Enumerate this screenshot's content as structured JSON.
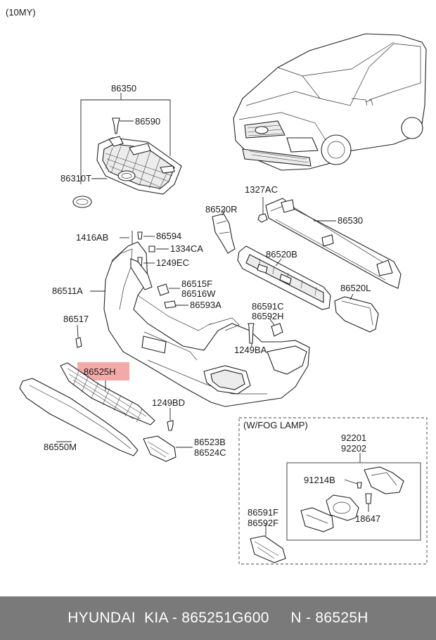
{
  "model_year": "(10MY)",
  "callouts": {
    "c86350": "86350",
    "c86590": "86590",
    "c86310T": "86310T",
    "c1327AC": "1327AC",
    "c86520R": "86520R",
    "c86530": "86530",
    "c1416AB": "1416AB",
    "c86594": "86594",
    "c1334CA": "1334CA",
    "c1249EC": "1249EC",
    "c86520B": "86520B",
    "c86515F": "86515F",
    "c86516W": "86516W",
    "c86511A": "86511A",
    "c86593A": "86593A",
    "c86520L": "86520L",
    "c86591C": "86591C",
    "c86592H": "86592H",
    "c86517": "86517",
    "c1249BA": "1249BA",
    "c86525H": "86525H",
    "c1249BD": "1249BD",
    "c86523B": "86523B",
    "c86524C": "86524C",
    "c86550M": "86550M"
  },
  "fog_lamp": {
    "title": "(W/FOG LAMP)",
    "c92201": "92201",
    "c92202": "92202",
    "c91214B": "91214B",
    "c18647": "18647",
    "c86591F": "86591F",
    "c86592F": "86592F"
  },
  "highlight_color": "#f4a9a9",
  "footer": {
    "text": "HYUNDAI  KIA - 865251G600     N - 86525H"
  }
}
